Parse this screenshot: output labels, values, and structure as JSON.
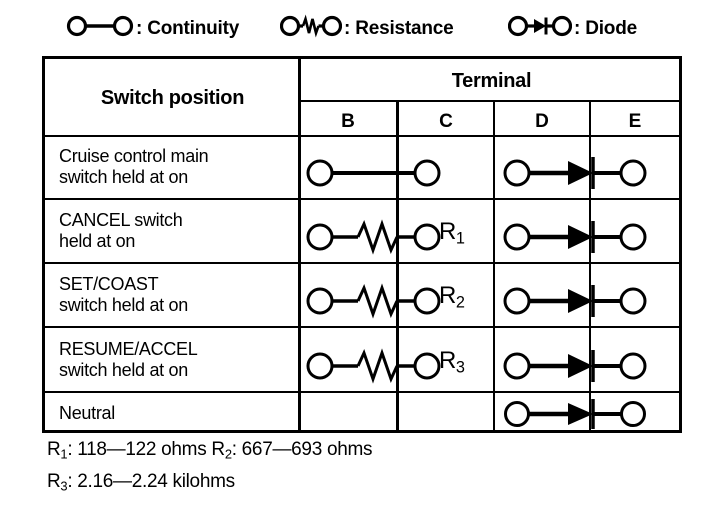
{
  "legend": {
    "items": [
      {
        "symbol": "continuity-symbol",
        "label": ": Continuity"
      },
      {
        "symbol": "resistance-symbol",
        "label": ": Resistance"
      },
      {
        "symbol": "diode-symbol",
        "label": ": Diode"
      }
    ]
  },
  "table": {
    "header": {
      "switch_position": "Switch position",
      "terminal": "Terminal",
      "terminals": [
        "B",
        "C",
        "D",
        "E"
      ]
    },
    "rows": [
      {
        "label_line1": "Cruise control main",
        "label_line2": "switch held at on",
        "bc": "continuity",
        "bc_tag": "",
        "de": "diode"
      },
      {
        "label_line1": "CANCEL switch",
        "label_line2": "held at on",
        "bc": "resistance",
        "bc_tag": "R",
        "bc_tag_sub": "1",
        "de": "diode"
      },
      {
        "label_line1": "SET/COAST",
        "label_line2": "switch held at on",
        "bc": "resistance",
        "bc_tag": "R",
        "bc_tag_sub": "2",
        "de": "diode"
      },
      {
        "label_line1": "RESUME/ACCEL",
        "label_line2": "switch held at on",
        "bc": "resistance",
        "bc_tag": "R",
        "bc_tag_sub": "3",
        "de": "diode"
      },
      {
        "label_line1": "Neutral",
        "label_line2": "",
        "bc": "none",
        "bc_tag": "",
        "de": "diode"
      }
    ]
  },
  "footnotes": {
    "line1_pre": "R",
    "line1_sub": "1",
    "line1_mid": ": 118—122 ohms  R",
    "line1_sub2": "2",
    "line1_post": ": 667—693 ohms",
    "line2_pre": "R",
    "line2_sub": "3",
    "line2_post": ": 2.16—2.24 kilohms"
  },
  "colors": {
    "ink": "#000000",
    "paper": "#ffffff"
  }
}
